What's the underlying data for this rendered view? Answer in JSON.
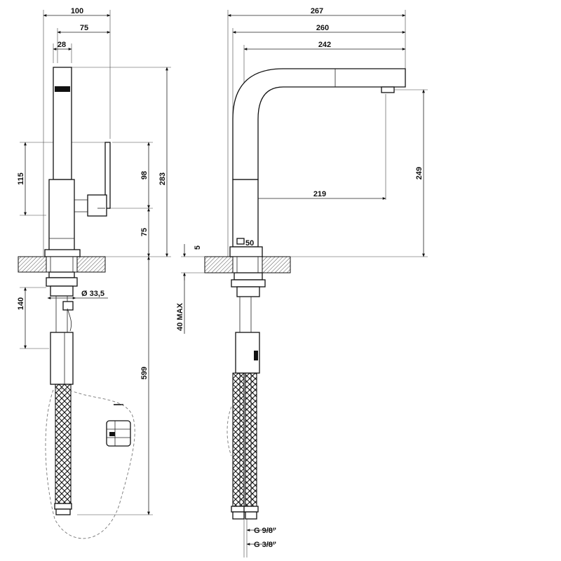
{
  "dimensions": {
    "front_width_total": "100",
    "front_width_upper": "75",
    "front_spout_width": "28",
    "front_height_115": "115",
    "front_height_98": "98",
    "front_height_283": "283",
    "front_height_75": "75",
    "front_height_140": "140",
    "front_height_599": "599",
    "front_diameter": "Ø 33,5",
    "side_width_267": "267",
    "side_width_260": "260",
    "side_width_242": "242",
    "side_width_219": "219",
    "side_height_249": "249",
    "side_base_50": "50",
    "side_thickness_5": "5",
    "side_max_40": "40 MAX",
    "side_thread_1": "G 9/8\"",
    "side_thread_2": "G 3/8\""
  }
}
